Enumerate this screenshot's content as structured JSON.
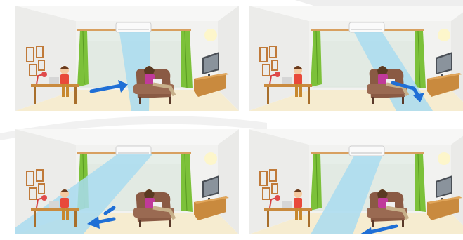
{
  "panels": [
    {
      "airflow": "horizontal-right",
      "arrow": "right"
    },
    {
      "airflow": "down-right",
      "arrow": "down-right"
    },
    {
      "airflow": "wide-left",
      "arrow": "left"
    },
    {
      "airflow": "down-left",
      "arrow": "down-left"
    }
  ],
  "colors": {
    "wall": "#f2f2f0",
    "floor": "#f6ecd0",
    "curtain": "#7cc13a",
    "airflow": "#a9dcf0",
    "arrow": "#1f6fd6",
    "sofa": "#8a5a44",
    "desk": "#c98a3e",
    "ac": "#fafafa"
  }
}
